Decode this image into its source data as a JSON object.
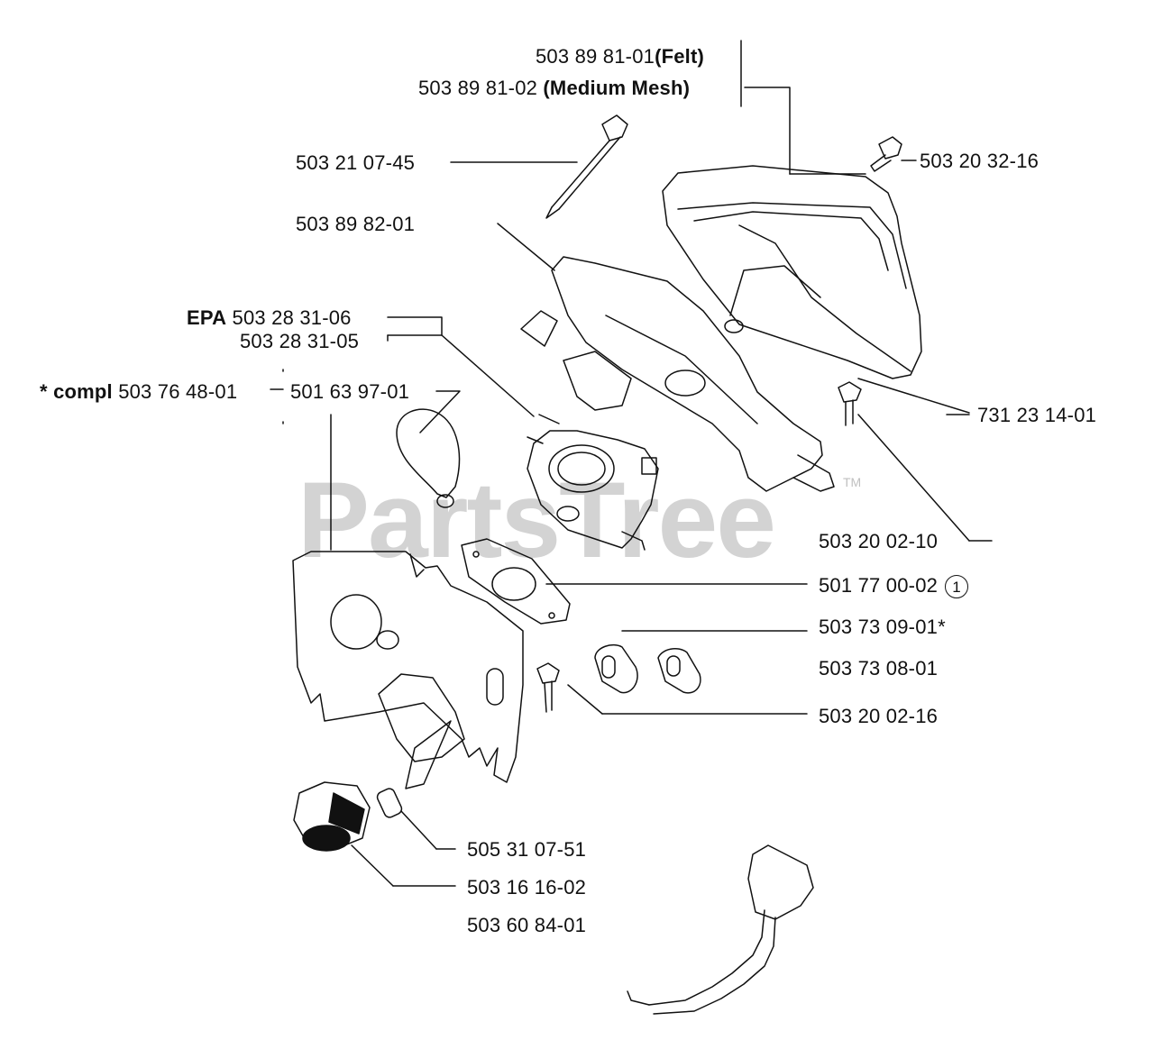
{
  "watermark": {
    "text": "PartsTree",
    "tm": "TM"
  },
  "labels": {
    "felt": {
      "num": "503 89 81-01",
      "suffix": "(Felt)"
    },
    "mesh": {
      "num": "503 89 81-02",
      "suffix": "(Medium Mesh)"
    },
    "p_503210745": "503 21 07-45",
    "p_503203216": "503 20 32-16",
    "p_503898201": "503 89 82-01",
    "epa": {
      "prefix": "EPA",
      "num": "503 28 31-06"
    },
    "p_503283105": "503 28 31-05",
    "compl": {
      "prefix": "* compl",
      "num": "503 76 48-01"
    },
    "p_501639701": "501 63 97-01",
    "p_731231401": "731 23 14-01",
    "p_503200210": "503 20 02-10",
    "p_501770002": {
      "num": "501 77 00-02",
      "circled": "1"
    },
    "p_503730901": "503 73 09-01*",
    "p_503730801": "503 73 08-01",
    "p_503200216": "503 20 02-16",
    "p_505310751": "505 31 07-51",
    "p_503161602": "503 16 16-02",
    "p_503608401": "503 60 84-01"
  }
}
